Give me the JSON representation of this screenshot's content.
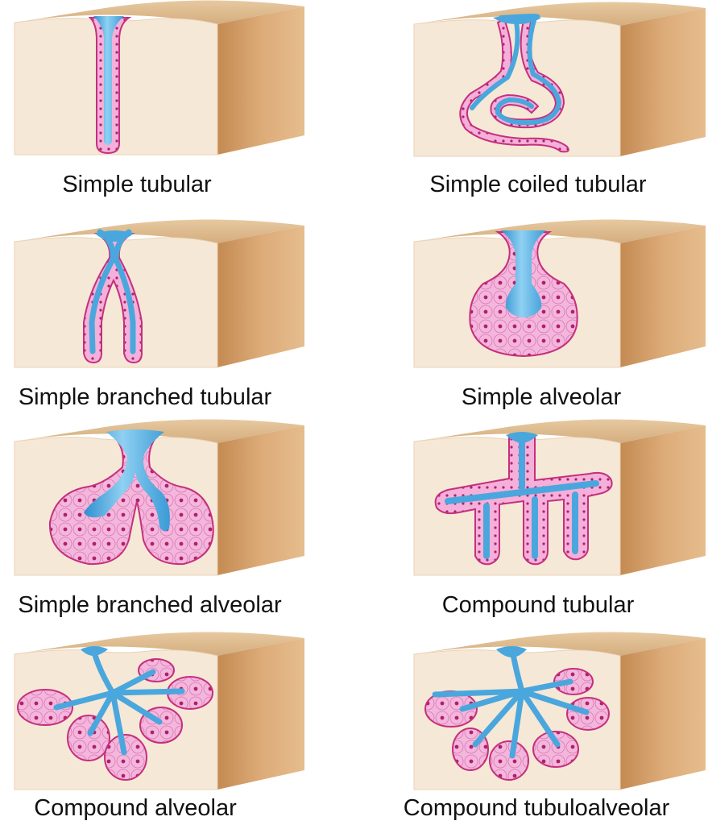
{
  "panels": [
    {
      "id": "simple-tubular",
      "label": "Simple tubular"
    },
    {
      "id": "simple-coiled-tubular",
      "label": "Simple coiled tubular"
    },
    {
      "id": "simple-branched-tubular",
      "label": "Simple branched tubular"
    },
    {
      "id": "simple-alveolar",
      "label": "Simple alveolar"
    },
    {
      "id": "simple-branched-alveolar",
      "label": "Simple branched alveolar"
    },
    {
      "id": "compound-tubular",
      "label": "Compound tubular"
    },
    {
      "id": "compound-alveolar",
      "label": "Compound alveolar"
    },
    {
      "id": "compound-tubuloalveolar",
      "label": "Compound tubuloalveolar"
    }
  ],
  "colors": {
    "block_front": "#f6e8d6",
    "block_top": "#dcb98c",
    "block_side": "#d9a873",
    "block_side_dark": "#c08850",
    "epithelium": "#f2a6d4",
    "epithelium_edge": "#c4307e",
    "nuclei": "#b0206a",
    "lumen": "#4aa7dd",
    "lumen_light": "#bfe6f8"
  }
}
